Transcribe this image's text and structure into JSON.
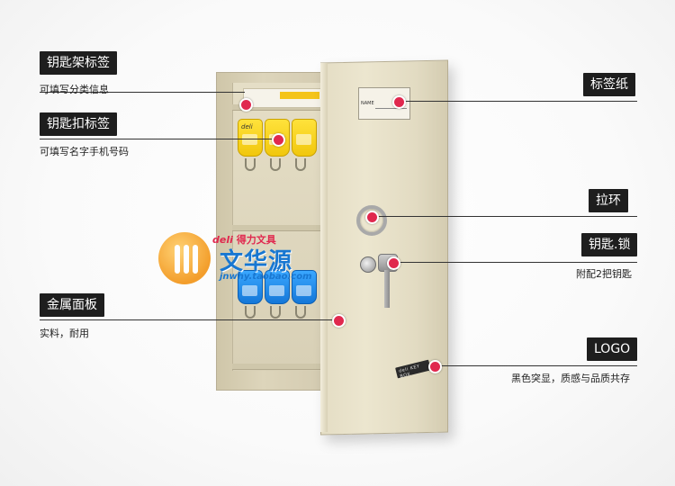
{
  "callouts": {
    "key_rack_label": {
      "title": "钥匙架标签",
      "note": "可填写分类信息"
    },
    "key_tag_label": {
      "title": "钥匙扣标签",
      "note": "可填写名字手机号码"
    },
    "metal_panel": {
      "title": "金属面板",
      "note": "实料，耐用"
    },
    "label_paper": {
      "title": "标签纸"
    },
    "pull_ring": {
      "title": "拉环"
    },
    "key_lock": {
      "title": "钥匙.锁",
      "note": "附配2把钥匙"
    },
    "logo": {
      "title": "LOGO",
      "note": "黑色突显，质感与品质共存"
    }
  },
  "product": {
    "tag_brand": "deli",
    "name_card_label": "NAME",
    "logo_plate_text": "deli KEY BOX"
  },
  "watermark": {
    "brand_en": "deli",
    "brand_cn": "得力文具",
    "big_text": "文华源",
    "url": "jnwhy.taobao.com"
  },
  "colors": {
    "callout_bg": "#1e1e1e",
    "callout_text": "#ffffff",
    "marker": "#e0284e",
    "cabinet": "#e4ddc4",
    "key_tag_yellow": "#f1c70d",
    "key_tag_blue": "#1477d8",
    "watermark_orange": "#f3971b",
    "watermark_blue": "#1877d1"
  }
}
